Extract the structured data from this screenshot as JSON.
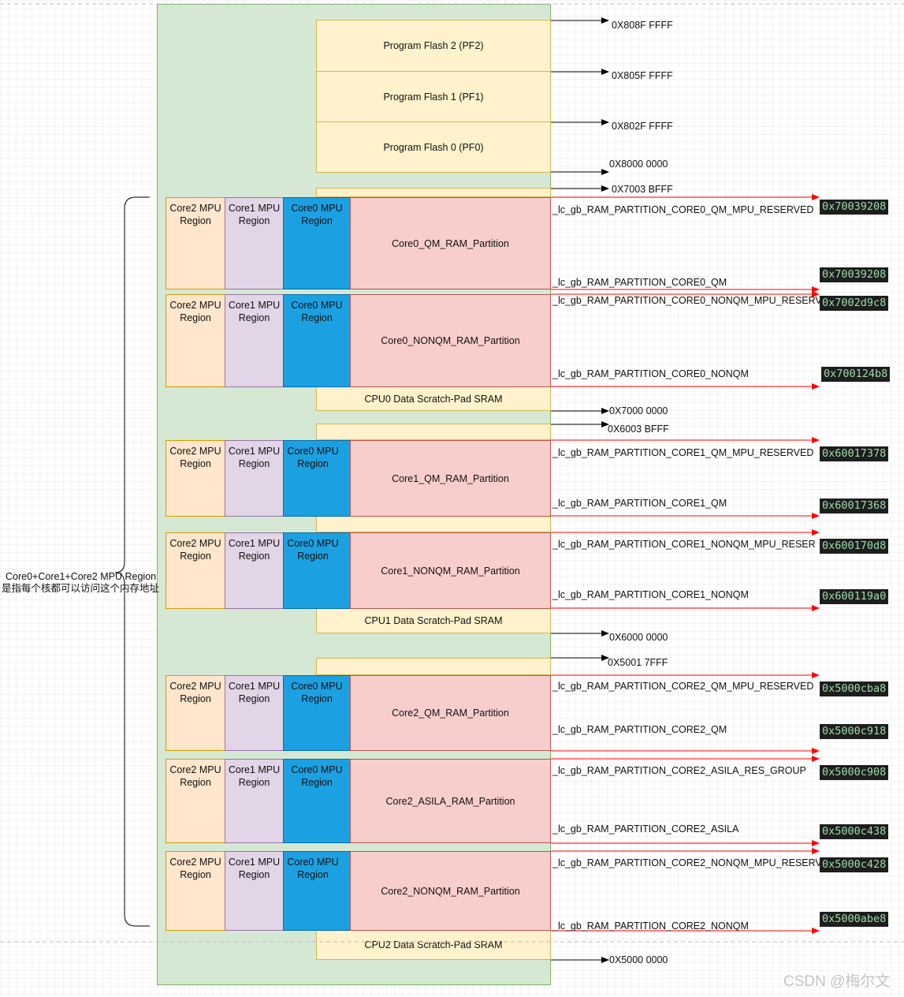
{
  "flash": [
    {
      "label": "Program Flash 2 (PF2)"
    },
    {
      "label": "Program Flash 1 (PF1)"
    },
    {
      "label": "Program Flash 0 (PF0)"
    }
  ],
  "addresses": [
    {
      "text": "0X808F FFFF"
    },
    {
      "text": "0X805F FFFF"
    },
    {
      "text": "0X802F FFFF"
    },
    {
      "text": "0X8000 0000"
    },
    {
      "text": "0X7003 BFFF"
    },
    {
      "text": "0X7000 0000"
    },
    {
      "text": "0X6003 BFFF"
    },
    {
      "text": "0X6000 0000"
    },
    {
      "text": "0X5001 7FFF"
    },
    {
      "text": "0X5000 0000"
    }
  ],
  "mpu": {
    "core2": "Core2 MPU Region",
    "core1": "Core1 MPU Region",
    "core0": "Core0 MPU Region"
  },
  "partitions": [
    {
      "name": "Core0_QM_RAM_Partition"
    },
    {
      "name": "Core0_NONQM_RAM_Partition"
    },
    {
      "name": "Core1_QM_RAM_Partition"
    },
    {
      "name": "Core1_NONQM_RAM_Partition"
    },
    {
      "name": "Core2_QM_RAM_Partition"
    },
    {
      "name": "Core2_ASILA_RAM_Partition"
    },
    {
      "name": "Core2_NONQM_RAM_Partition"
    }
  ],
  "sram": [
    {
      "label": "CPU0 Data Scratch-Pad SRAM"
    },
    {
      "label": "CPU1 Data Scratch-Pad SRAM"
    },
    {
      "label": "CPU2 Data Scratch-Pad SRAM"
    }
  ],
  "symbols": [
    {
      "name": "_lc_gb_RAM_PARTITION_CORE0_QM_MPU_RESERVED",
      "value": "0x70039208"
    },
    {
      "name": "_lc_gb_RAM_PARTITION_CORE0_QM",
      "value": "0x70039208"
    },
    {
      "name": "_lc_gb_RAM_PARTITION_CORE0_NONQM_MPU_RESERV",
      "value": "0x7002d9c8"
    },
    {
      "name": "_lc_gb_RAM_PARTITION_CORE0_NONQM",
      "value": "0x700124b8"
    },
    {
      "name": "_lc_gb_RAM_PARTITION_CORE1_QM_MPU_RESERVED",
      "value": "0x60017378"
    },
    {
      "name": "_lc_gb_RAM_PARTITION_CORE1_QM",
      "value": "0x60017368"
    },
    {
      "name": "_lc_gb_RAM_PARTITION_CORE1_NONQM_MPU_RESER",
      "value": "0x600170d8"
    },
    {
      "name": "_lc_gb_RAM_PARTITION_CORE1_NONQM",
      "value": "0x600119a0"
    },
    {
      "name": "_lc_gb_RAM_PARTITION_CORE2_QM_MPU_RESERVED",
      "value": "0x5000cba8"
    },
    {
      "name": "_lc_gb_RAM_PARTITION_CORE2_QM",
      "value": "0x5000c918"
    },
    {
      "name": "_lc_gb_RAM_PARTITION_CORE2_ASILA_RES_GROUP",
      "value": "0x5000c908"
    },
    {
      "name": "_lc_gb_RAM_PARTITION_CORE2_ASILA",
      "value": "0x5000c438"
    },
    {
      "name": "_lc_gb_RAM_PARTITION_CORE2_NONQM_MPU_RESERV",
      "value": "0x5000c428"
    },
    {
      "name": "_lc_gb_RAM_PARTITION_CORE2_NONQM",
      "value": "0x5000abe8"
    }
  ],
  "brace_note": {
    "line1": "Core0+Core1+Core2 MPU Region",
    "line2": "是指每个核都可以访问这个内存地址"
  },
  "watermark": "CSDN @梅尔文",
  "colors": {
    "memory_bg": "#d5e8d4",
    "memory_border": "#82b366",
    "flash_bg": "#fff2cc",
    "flash_border": "#d6b656",
    "core2_mpu": "#ffe6cc",
    "core1_mpu": "#e1d5e7",
    "core0_mpu": "#1ba1e2",
    "partition": "#f8cecc",
    "partition_border": "#b85450",
    "arrow_black": "#000000",
    "arrow_red": "#ff0000",
    "hex_bg": "#1e1e1e",
    "hex_fg": "#9cdcaa"
  }
}
